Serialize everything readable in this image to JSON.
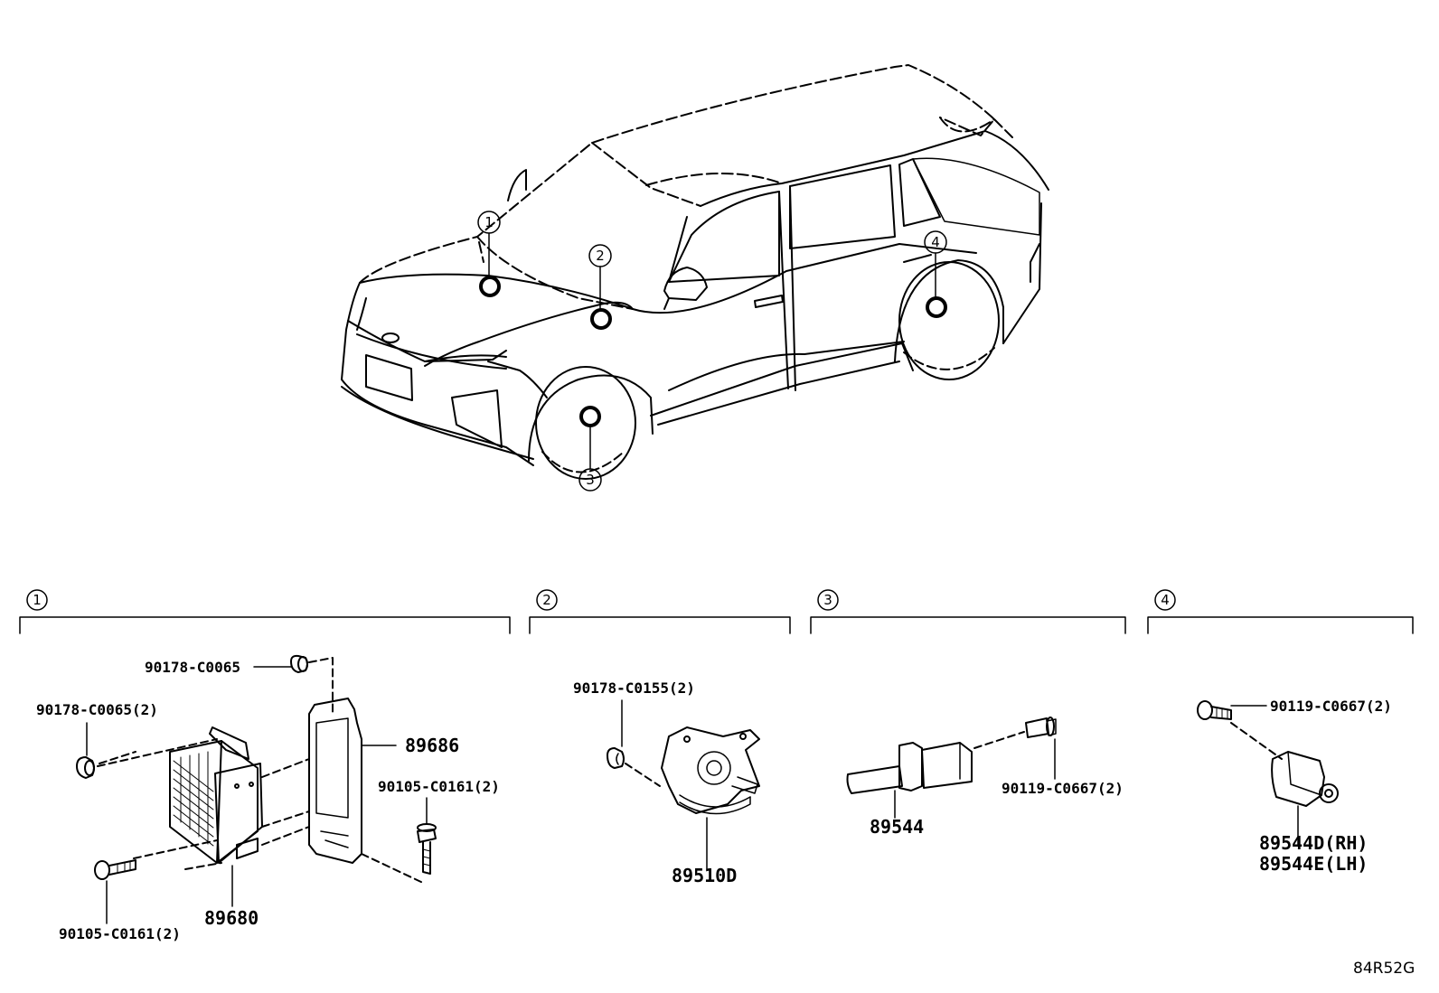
{
  "callouts": [
    "1",
    "2",
    "3",
    "4"
  ],
  "sections": [
    {
      "num": "1"
    },
    {
      "num": "2"
    },
    {
      "num": "3"
    },
    {
      "num": "4"
    }
  ],
  "parts": {
    "s1_nut_top": "90178-C0065",
    "s1_nut_left": "90178-C0065(2)",
    "s1_bracket": "89686",
    "s1_bolt_right": "90105-C0161(2)",
    "s1_bolt_left": "90105-C0161(2)",
    "s1_ecu": "89680",
    "s2_nut": "90178-C0155(2)",
    "s2_sensor": "89510D",
    "s3_sensor": "89544",
    "s3_bolt": "90119-C0667(2)",
    "s4_bolt": "90119-C0667(2)",
    "s4_sensor_rh": "89544D(RH)",
    "s4_sensor_lh": "89544E(LH)"
  },
  "diagram_code": "84R52G"
}
